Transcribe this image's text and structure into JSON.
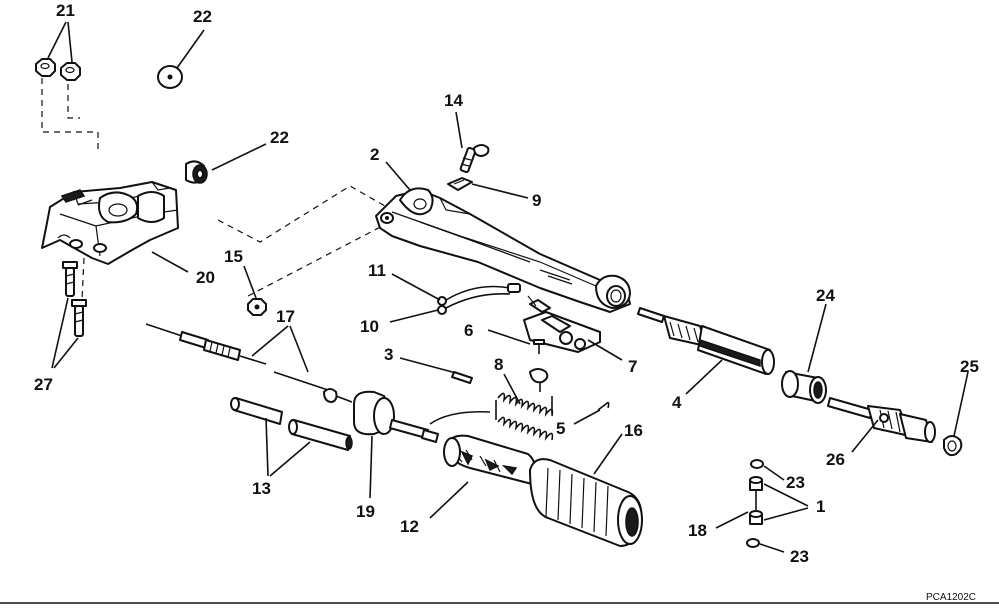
{
  "diagram": {
    "drawing_code": "PCA1202C",
    "callouts": [
      {
        "id": "c1",
        "text": "1"
      },
      {
        "id": "c2",
        "text": "2"
      },
      {
        "id": "c3",
        "text": "3"
      },
      {
        "id": "c4",
        "text": "4"
      },
      {
        "id": "c5",
        "text": "5"
      },
      {
        "id": "c6",
        "text": "6"
      },
      {
        "id": "c7",
        "text": "7"
      },
      {
        "id": "c8",
        "text": "8"
      },
      {
        "id": "c9",
        "text": "9"
      },
      {
        "id": "c10",
        "text": "10"
      },
      {
        "id": "c11",
        "text": "11"
      },
      {
        "id": "c12",
        "text": "12"
      },
      {
        "id": "c13",
        "text": "13"
      },
      {
        "id": "c14",
        "text": "14"
      },
      {
        "id": "c15",
        "text": "15"
      },
      {
        "id": "c16",
        "text": "16"
      },
      {
        "id": "c17",
        "text": "17"
      },
      {
        "id": "c18",
        "text": "18"
      },
      {
        "id": "c19",
        "text": "19"
      },
      {
        "id": "c20",
        "text": "20"
      },
      {
        "id": "c21",
        "text": "21"
      },
      {
        "id": "c22a",
        "text": "22"
      },
      {
        "id": "c22b",
        "text": "22"
      },
      {
        "id": "c23a",
        "text": "23"
      },
      {
        "id": "c23b",
        "text": "23"
      },
      {
        "id": "c24",
        "text": "24"
      },
      {
        "id": "c25",
        "text": "25"
      },
      {
        "id": "c26",
        "text": "26"
      },
      {
        "id": "c27",
        "text": "27"
      }
    ]
  }
}
